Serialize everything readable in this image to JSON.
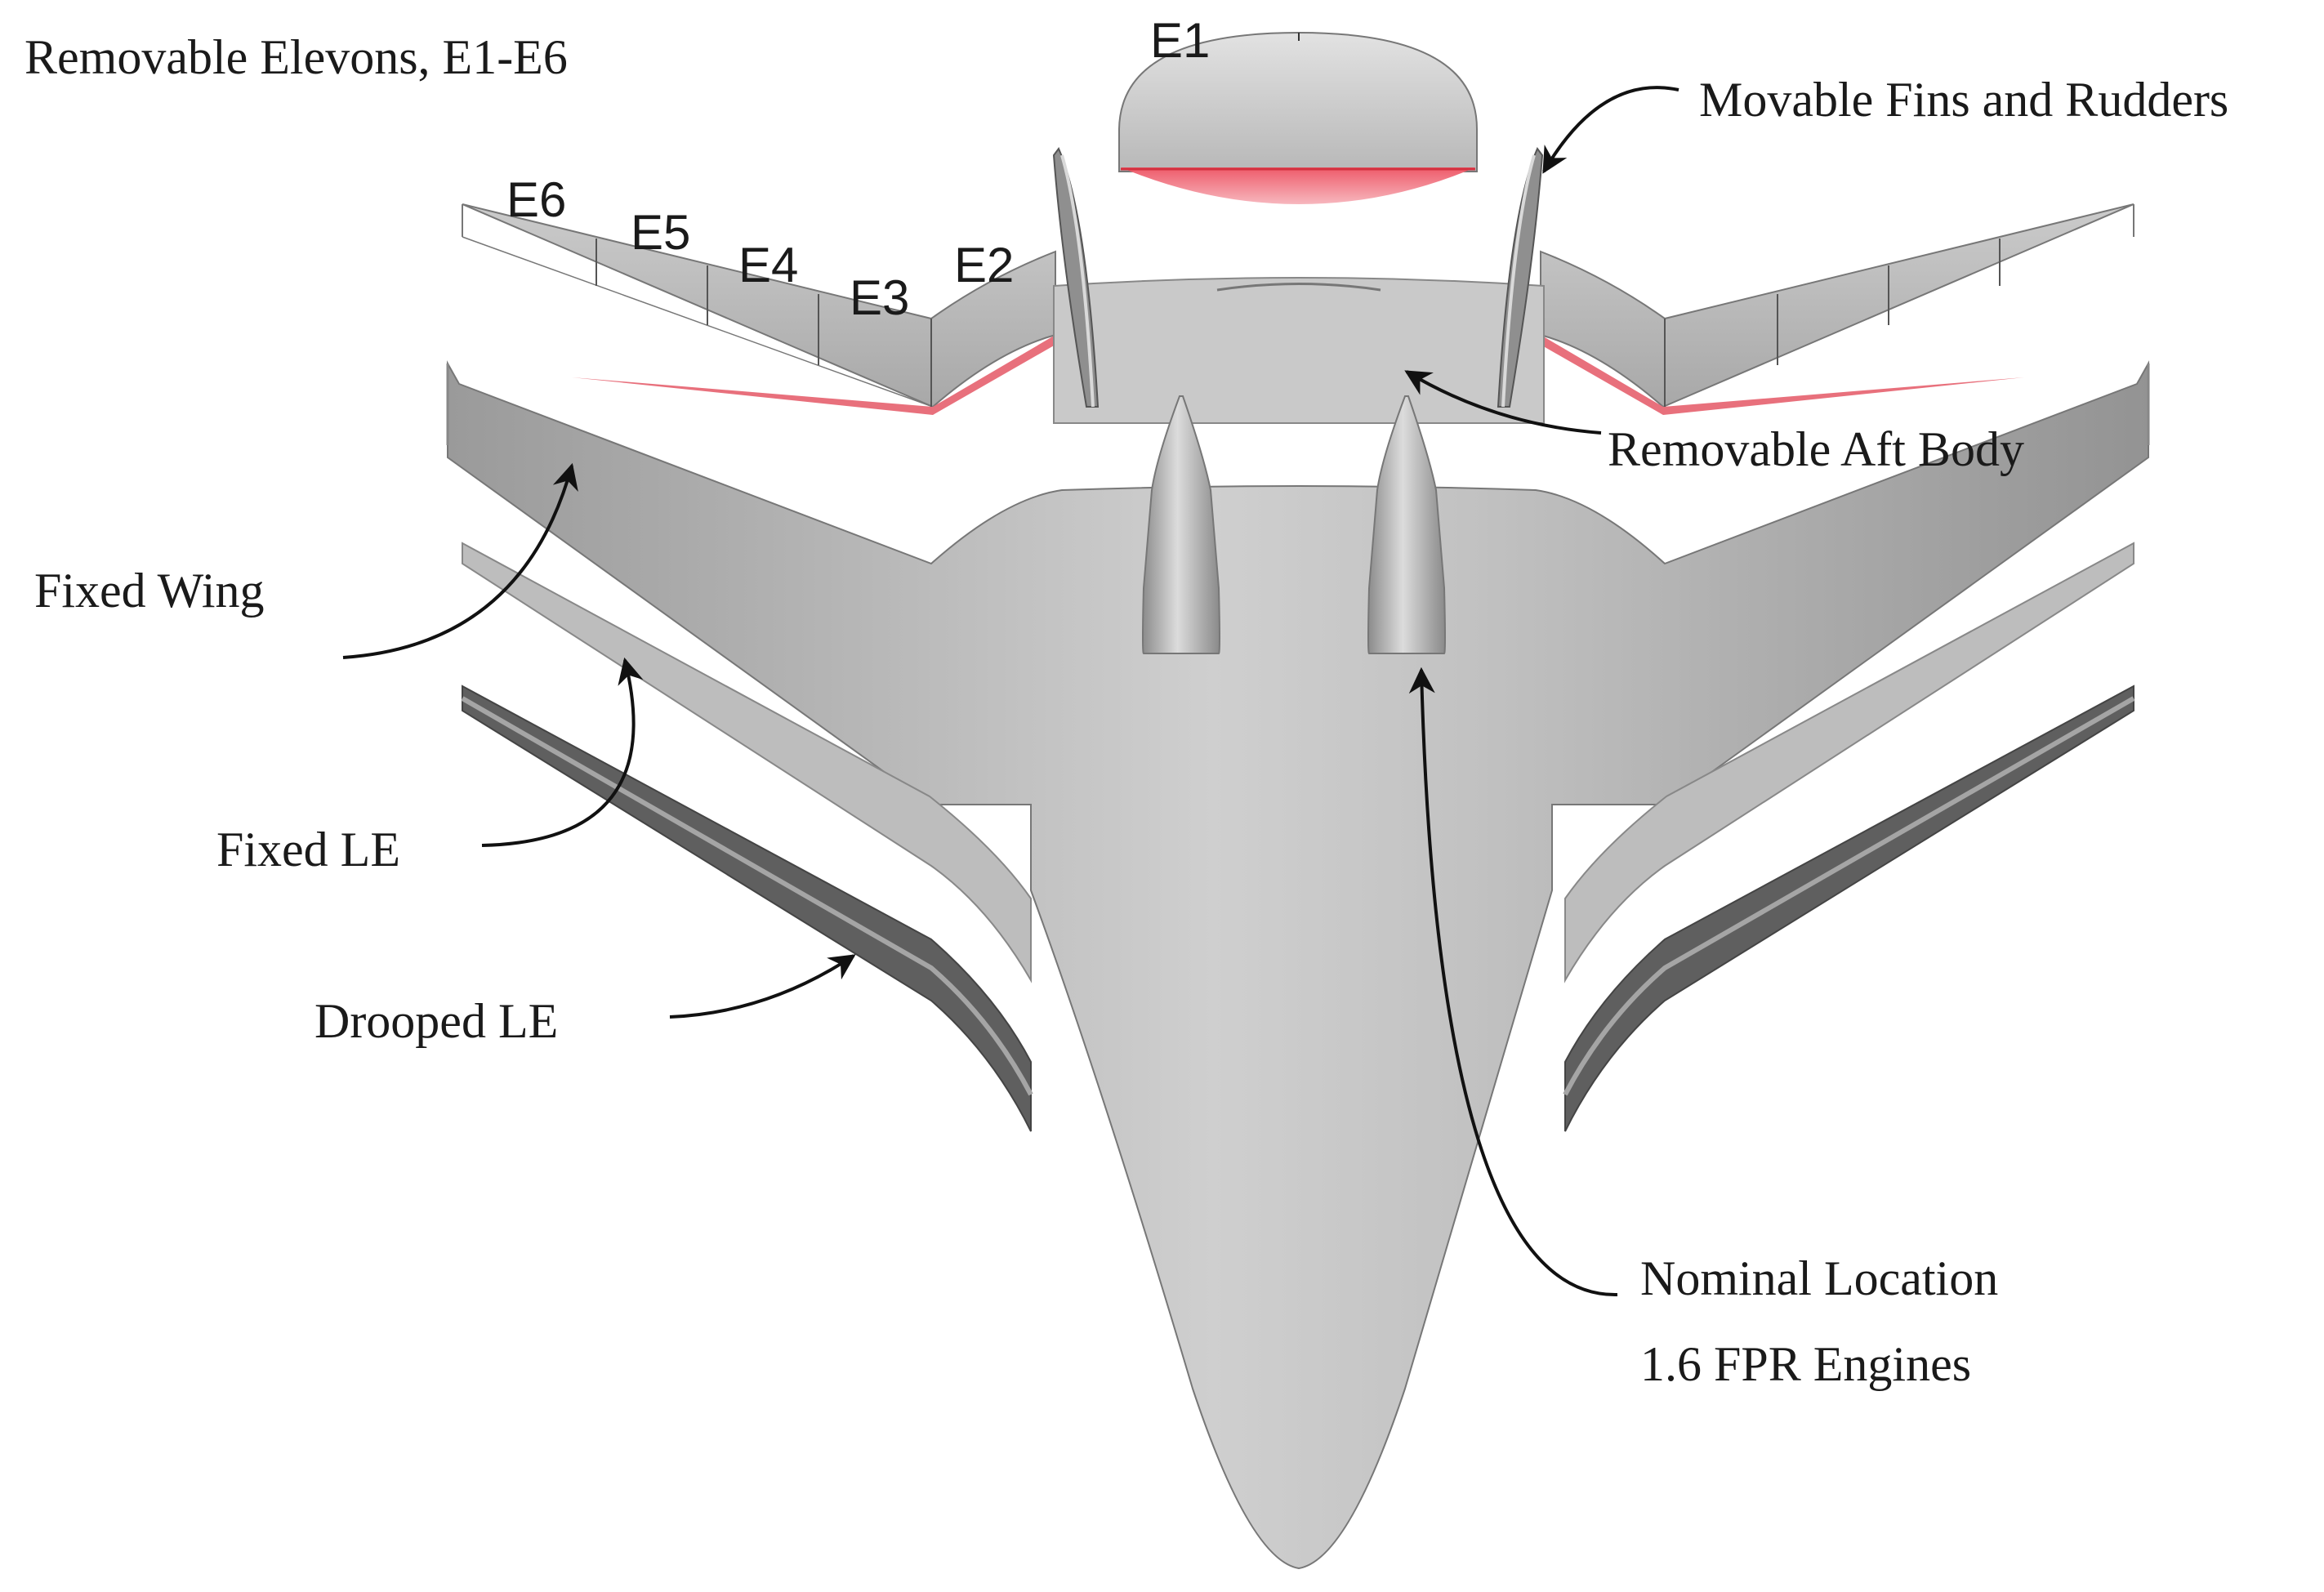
{
  "labels": {
    "removable_elevons": "Removable Elevons, E1-E6",
    "movable_fins": "Movable Fins and Rudders",
    "removable_aft_body": "Removable Aft Body",
    "fixed_wing": "Fixed Wing",
    "fixed_le": "Fixed LE",
    "drooped_le": "Drooped LE",
    "nominal_location_line1": "Nominal Location",
    "nominal_location_line2": "1.6 FPR Engines"
  },
  "elevon_labels": {
    "e1": "E1",
    "e2": "E2",
    "e3": "E3",
    "e4": "E4",
    "e5": "E5",
    "e6": "E6"
  },
  "colors": {
    "surface": "#b9b9b9",
    "surface_light": "#d6d6d6",
    "surface_dark": "#6f6f6f",
    "elevon_hinge_highlight": "#f07b86",
    "arrow": "#111111"
  }
}
